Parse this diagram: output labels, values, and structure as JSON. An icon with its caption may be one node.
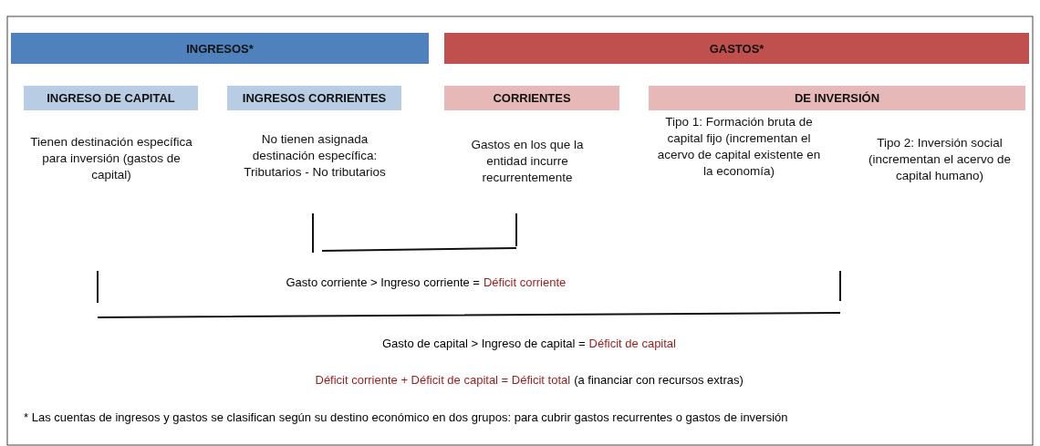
{
  "diagram": {
    "nodes": [
      {
        "text": [
          "INGRESOS*"
        ]
      },
      {
        "text": [
          "GASTOS*"
        ]
      },
      {
        "text": [
          "INGRESO DE CAPITAL"
        ],
        "beside": [
          "Tienen destinación específica para inversión (gastos de capital)"
        ]
      },
      {
        "text": [
          "INGRESOS CORRIENTES"
        ],
        "beside": [
          "No tienen asignada destinación específica: Tributarios - No tributarios"
        ]
      },
      {
        "text": [
          "CORRIENTES"
        ],
        "beside": [
          "Gastos en los que la entidad incurre recurrentemente"
        ]
      },
      {
        "text": [
          "DE INVERSIÓN"
        ],
        "beside": [
          "Tipo 1: Formación bruta de capital fijo (incrementan el acervo de capital existente en la economía)",
          "Tipo 2: Inversión social (incrementan el acervo de capital humano)"
        ]
      }
    ],
    "edges": [],
    "labels": [
      "Gasto corriente > Ingreso corriente =",
      "Déficit corriente",
      "Gasto de capital > Ingreso de capital =",
      "Déficit de capital",
      "Déficit corriente + Déficit de capital = Déficit total",
      "(a financiar con recursos extras)",
      "* Las cuentas de ingresos y gastos se clasifican según su destino económico en dos grupos: para cubrir gastos recurrentes o gastos de inversión"
    ]
  }
}
